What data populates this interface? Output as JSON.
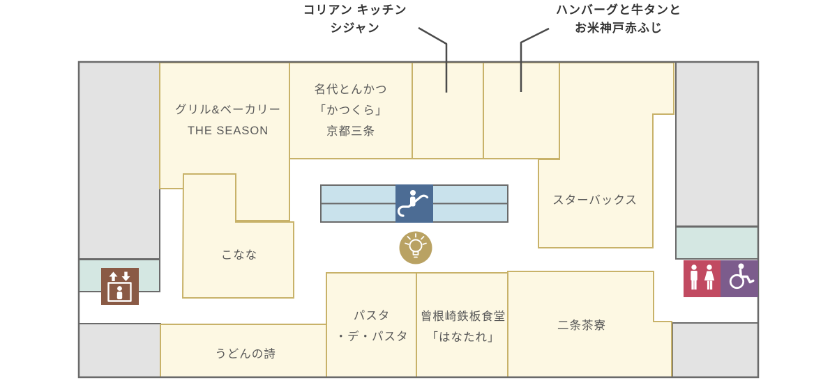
{
  "floor_map": {
    "callouts": [
      {
        "label": "コリアン キッチン\nシジャン"
      },
      {
        "label": "ハンバーグと牛タンと\nお米神戸赤ふじ"
      }
    ],
    "shops": [
      {
        "name": "グリル&ベーカリー\nTHE SEASON"
      },
      {
        "name": "名代とんかつ\n「かつくら」\n京都三条"
      },
      {
        "name": "スターバックス"
      },
      {
        "name": "こなな"
      },
      {
        "name": "うどんの詩"
      },
      {
        "name": "パスタ\n・デ・パスタ"
      },
      {
        "name": "曾根崎鉄板食堂\n「はなたれ」"
      },
      {
        "name": "二条茶寮"
      }
    ],
    "facility_icons": [
      "escalator-icon",
      "lightbulb-icon",
      "elevator-icon",
      "restroom-icon",
      "wheelchair-icon"
    ],
    "colors": {
      "shop_fill": "#fdf8e3",
      "shop_border": "#c8b269",
      "backyard_fill": "#e3e3e3",
      "outline": "#6a6a6a",
      "teal_fill": "#d4e7e2",
      "escalator_fill": "#c9e2ec",
      "escalator_badge": "#4c6c94",
      "elevator_badge": "#8a5a45",
      "restroom_badge": "#c14a61",
      "wheelchair_badge": "#7c5c8c",
      "lightbulb_badge": "#b9a263",
      "shop_text": "#585858",
      "callout_text": "#333333"
    }
  }
}
